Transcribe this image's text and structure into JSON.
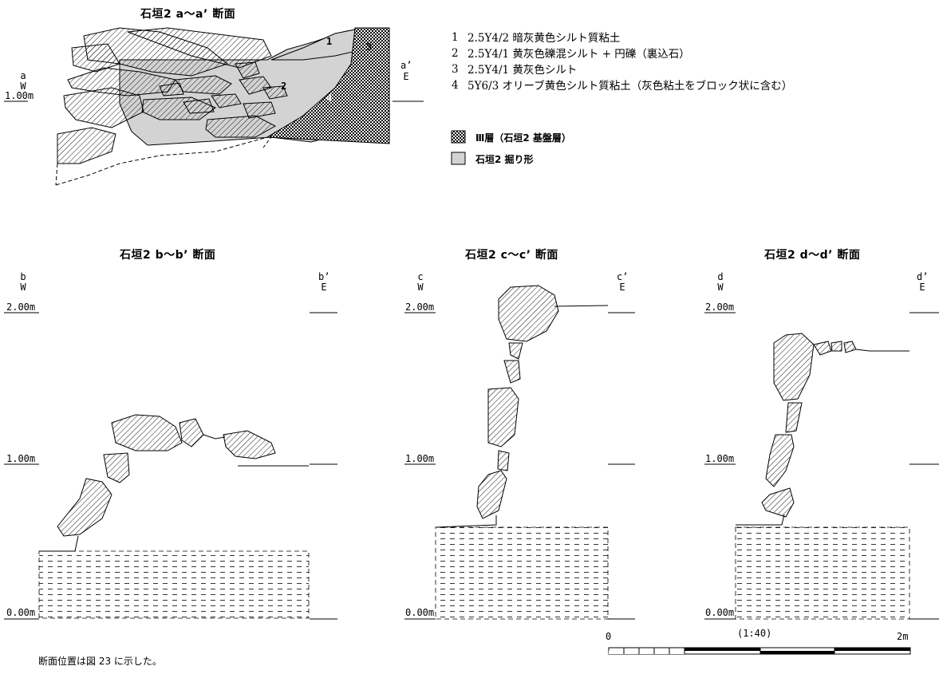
{
  "sections": {
    "a": {
      "title": "石垣2 a〜a’ 断面",
      "w_id": "a",
      "w_dir": "W",
      "e_id": "a’",
      "e_dir": "E",
      "level": "1.00m"
    },
    "b": {
      "title": "石垣2 b〜b’ 断面",
      "w_id": "b",
      "w_dir": "W",
      "e_id": "b’",
      "e_dir": "E",
      "level_top": "2.00m",
      "level_mid": "1.00m",
      "level_bot": "0.00m"
    },
    "c": {
      "title": "石垣2 c〜c’ 断面",
      "w_id": "c",
      "w_dir": "W",
      "e_id": "c’",
      "e_dir": "E",
      "level_top": "2.00m",
      "level_mid": "1.00m",
      "level_bot": "0.00m"
    },
    "d": {
      "title": "石垣2 d〜d’ 断面",
      "w_id": "d",
      "w_dir": "W",
      "e_id": "d’",
      "e_dir": "E",
      "level_top": "2.00m",
      "level_mid": "1.00m",
      "level_bot": "0.00m"
    }
  },
  "layer_numbers": [
    "1",
    "2",
    "3",
    "4"
  ],
  "layers": [
    {
      "num": "1",
      "desc": "2.5Y4/2 暗灰黄色シルト質粘土"
    },
    {
      "num": "2",
      "desc": "2.5Y4/1 黄灰色礫混シルト + 円礫（裏込石）"
    },
    {
      "num": "3",
      "desc": "2.5Y4/1 黄灰色シルト"
    },
    {
      "num": "4",
      "desc": "5Y6/3 オリーブ黄色シルト質粘土（灰色粘土をブロック状に含む）"
    }
  ],
  "legend": [
    {
      "pattern": "crosshatch",
      "label": "Ⅲ層（石垣2 基盤層）"
    },
    {
      "pattern": "gray-fill",
      "label": "石垣2 掘り形",
      "color": "#d3d3d3"
    }
  ],
  "scale": {
    "start": "0",
    "ratio": "(1:40)",
    "end": "2m"
  },
  "note": "断面位置は図 23 に示した。"
}
